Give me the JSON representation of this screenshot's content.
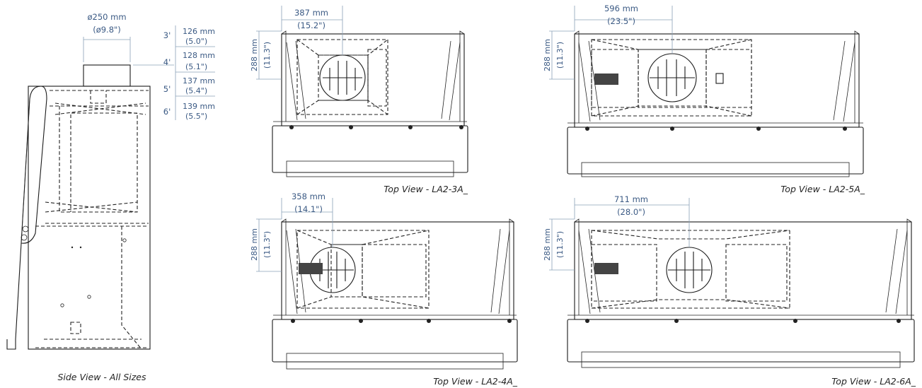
{
  "side_view": {
    "diameter_mm": "ø250 mm",
    "diameter_in": "(ø9.8\")",
    "heights": [
      {
        "size": "3'",
        "mm": "126 mm",
        "in": "(5.0\")"
      },
      {
        "size": "4'",
        "mm": "128 mm",
        "in": "(5.1\")"
      },
      {
        "size": "5'",
        "mm": "137 mm",
        "in": "(5.4\")"
      },
      {
        "size": "6'",
        "mm": "139 mm",
        "in": "(5.5\")"
      }
    ],
    "caption": "Side View - All Sizes"
  },
  "top_views": [
    {
      "id": "3a",
      "offset_mm": "387 mm",
      "offset_in": "(15.2\")",
      "depth_mm": "288 mm",
      "depth_in": "(11.3\")",
      "caption": "Top View - LA2-3A_"
    },
    {
      "id": "5a",
      "offset_mm": "596 mm",
      "offset_in": "(23.5\")",
      "depth_mm": "288 mm",
      "depth_in": "(11.3\")",
      "caption": "Top View - LA2-5A_"
    },
    {
      "id": "4a",
      "offset_mm": "358 mm",
      "offset_in": "(14.1\")",
      "depth_mm": "288 mm",
      "depth_in": "(11.3\")",
      "caption": "Top View - LA2-4A_"
    },
    {
      "id": "6a",
      "offset_mm": "711 mm",
      "offset_in": "(28.0\")",
      "depth_mm": "288 mm",
      "depth_in": "(11.3\")",
      "caption": "Top View - LA2-6A_"
    }
  ],
  "colors": {
    "dimension": "#3b5a84",
    "line": "#1a1a1a"
  }
}
